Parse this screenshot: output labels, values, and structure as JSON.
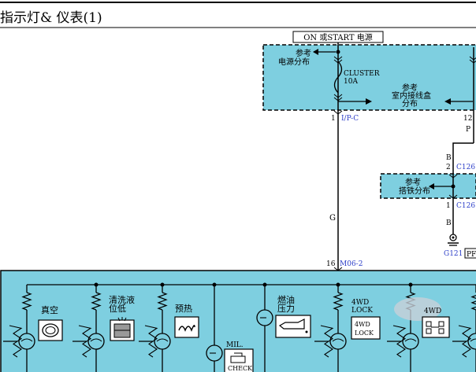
{
  "page": {
    "title": "指示灯&  仪表(1)"
  },
  "power": {
    "source_label": "ON 或START 电源",
    "ref_power_dist_1": "参考",
    "ref_power_dist_2": "电源分布",
    "fuse_name": "CLUSTER",
    "fuse_rating": "10A",
    "ref_junction_1": "参考",
    "ref_junction_2": "室内接线盒",
    "ref_junction_3": "分布",
    "pin_left_num": "1",
    "pin_left_conn": "I/P-C",
    "pin_right_num": "12",
    "pin_right_wire": "P"
  },
  "ground": {
    "wire_b_top": "B",
    "pin2_num": "2",
    "pin2_conn": "C126",
    "ref_1": "参考",
    "ref_2": "搭铁分布",
    "pin1_num": "1",
    "pin1_conn": "C126",
    "wire_b_bottom": "B",
    "ground_id": "G121",
    "ground_box": "PF"
  },
  "main_wire": {
    "color": "G",
    "pin_num": "16",
    "connector": "M06-2"
  },
  "cluster": {
    "vacuum": "真空",
    "washer_1": "清洗液",
    "washer_2": "位低",
    "preheat": "预热",
    "mil_1": "MIL.",
    "mil_2": "CHECK",
    "oil_1": "燃油",
    "oil_2": "压力",
    "lock_1": "4WD",
    "lock_2": "LOCK",
    "lock_icon_1": "4WD",
    "lock_icon_2": "LOCK",
    "wd4": "4WD"
  },
  "colors": {
    "fill": "#7ecfe0",
    "line": "#000000",
    "connector_text": "#2c3ec8",
    "highlight": "#c8d0d8"
  }
}
